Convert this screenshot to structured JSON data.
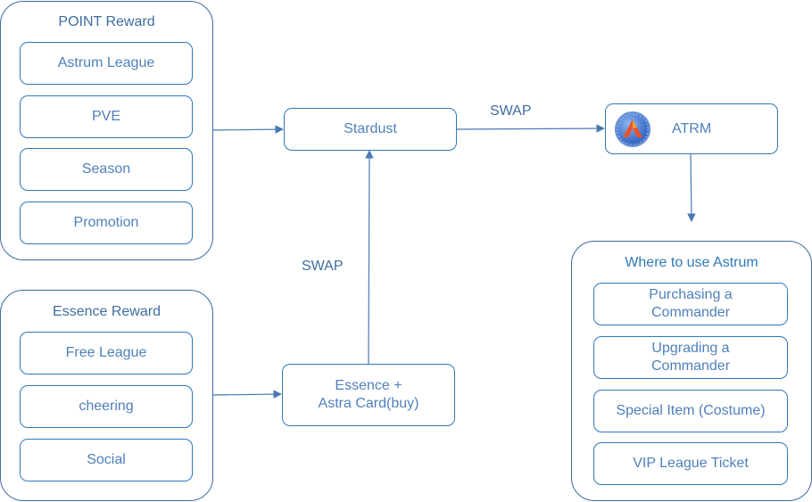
{
  "point_reward": {
    "title": "POINT Reward",
    "items": [
      "Astrum League",
      "PVE",
      "Season",
      "Promotion"
    ]
  },
  "essence_reward": {
    "title": "Essence Reward",
    "items": [
      "Free League",
      "cheering",
      "Social"
    ]
  },
  "stardust": {
    "label": "Stardust"
  },
  "essence_card": {
    "line1": "Essence +",
    "line2": "Astra Card(buy)"
  },
  "atrm": {
    "label": "ATRM",
    "icon": "astrum-coin-icon"
  },
  "swap_labels": {
    "top": "SWAP",
    "vertical": "SWAP"
  },
  "where_to_use": {
    "title": "Where to use Astrum",
    "items": [
      {
        "line1": "Purchasing a",
        "line2": "Commander"
      },
      {
        "line1": "Upgrading a",
        "line2": "Commander"
      },
      {
        "line1": "Special Item (Costume)",
        "line2": ""
      },
      {
        "line1": "VIP League Ticket",
        "line2": ""
      }
    ]
  },
  "colors": {
    "edge": "#4a78b5",
    "node_border": "#2e78bd",
    "group_border": "#3d6a9a"
  }
}
